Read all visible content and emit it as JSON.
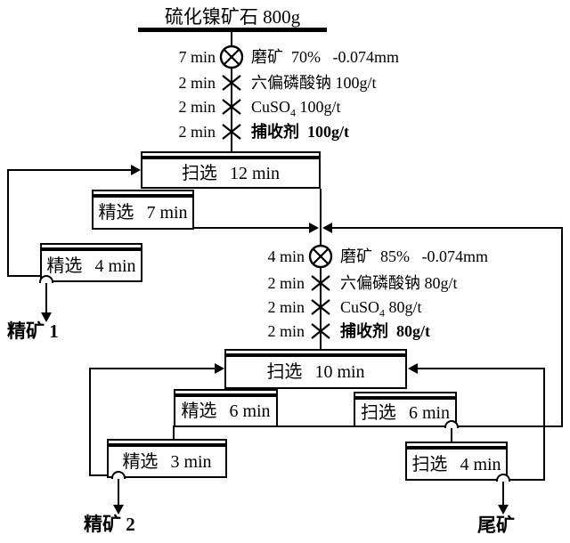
{
  "title": "硫化镍矿石 800g",
  "stage1": {
    "steps": [
      {
        "time": "7 min",
        "icon": "grind-mill",
        "pre": "磨矿  70%   -0.074mm",
        "sub": "",
        "post": ""
      },
      {
        "time": "2 min",
        "icon": "reagent-add",
        "pre": "六偏磷酸钠 100g/t",
        "sub": "",
        "post": ""
      },
      {
        "time": "2 min",
        "icon": "reagent-add",
        "pre": "CuSO",
        "sub": "4",
        "post": " 100g/t"
      },
      {
        "time": "2 min",
        "icon": "reagent-add",
        "pre": "捕收剂  100g/t",
        "sub": "",
        "post": ""
      }
    ],
    "boxes": {
      "sweep": {
        "name": "扫选",
        "time": "12 min"
      },
      "cleaner1": {
        "name": "精选",
        "time": "7 min"
      },
      "cleaner2": {
        "name": "精选",
        "time": "4 min"
      }
    },
    "product": "精矿 1"
  },
  "stage2": {
    "steps": [
      {
        "time": "4 min",
        "icon": "grind-mill",
        "pre": "磨矿  85%   -0.074mm",
        "sub": "",
        "post": ""
      },
      {
        "time": "2 min",
        "icon": "reagent-add",
        "pre": "六偏磷酸钠 80g/t",
        "sub": "",
        "post": ""
      },
      {
        "time": "2 min",
        "icon": "reagent-add",
        "pre": "CuSO",
        "sub": "4",
        "post": " 80g/t"
      },
      {
        "time": "2 min",
        "icon": "reagent-add",
        "pre": "捕收剂  80g/t",
        "sub": "",
        "post": ""
      }
    ],
    "boxes": {
      "sweep": {
        "name": "扫选",
        "time": "10 min"
      },
      "cleaner1": {
        "name": "精选",
        "time": "6 min"
      },
      "scavenger1": {
        "name": "扫选",
        "time": "6 min"
      },
      "cleaner2": {
        "name": "精选",
        "time": "3 min"
      },
      "scavenger2": {
        "name": "扫选",
        "time": "4 min"
      }
    },
    "product": "精矿 2",
    "tailings": "尾矿"
  },
  "colors": {
    "line": "#000000",
    "background": "#ffffff"
  }
}
